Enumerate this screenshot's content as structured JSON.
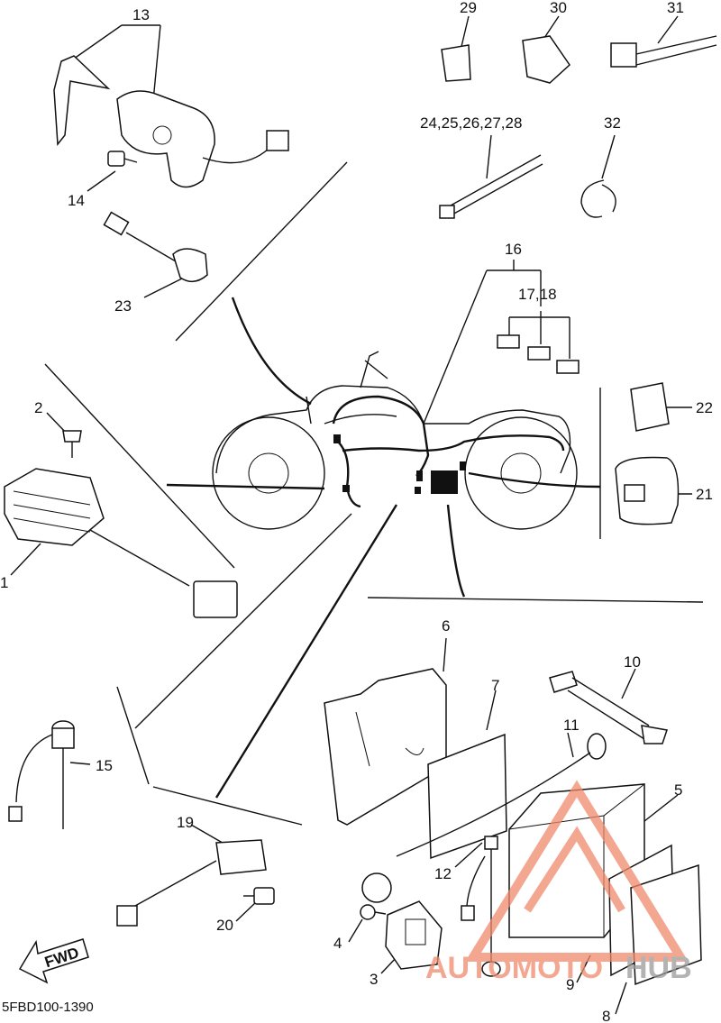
{
  "diagram": {
    "code": "5FBD100-1390",
    "direction_label": "FWD",
    "callouts": [
      {
        "id": "13",
        "label": "13"
      },
      {
        "id": "14",
        "label": "14"
      },
      {
        "id": "23",
        "label": "23"
      },
      {
        "id": "2",
        "label": "2"
      },
      {
        "id": "1",
        "label": "1"
      },
      {
        "id": "15",
        "label": "15"
      },
      {
        "id": "19",
        "label": "19"
      },
      {
        "id": "20",
        "label": "20"
      },
      {
        "id": "29",
        "label": "29"
      },
      {
        "id": "30",
        "label": "30"
      },
      {
        "id": "31",
        "label": "31"
      },
      {
        "id": "24-28",
        "label": "24,25,26,27,28"
      },
      {
        "id": "32",
        "label": "32"
      },
      {
        "id": "16",
        "label": "16"
      },
      {
        "id": "17-18",
        "label": "17,18"
      },
      {
        "id": "22",
        "label": "22"
      },
      {
        "id": "21",
        "label": "21"
      },
      {
        "id": "6",
        "label": "6"
      },
      {
        "id": "7",
        "label": "7"
      },
      {
        "id": "10",
        "label": "10"
      },
      {
        "id": "11",
        "label": "11"
      },
      {
        "id": "5",
        "label": "5"
      },
      {
        "id": "12",
        "label": "12"
      },
      {
        "id": "4",
        "label": "4"
      },
      {
        "id": "3",
        "label": "3"
      },
      {
        "id": "9",
        "label": "9"
      },
      {
        "id": "8",
        "label": "8"
      }
    ]
  },
  "watermark": {
    "part1": "AUTOMOTO",
    "part2": "HUB",
    "color_primary": "#f08a6c",
    "color_secondary": "#9a9a9a"
  }
}
